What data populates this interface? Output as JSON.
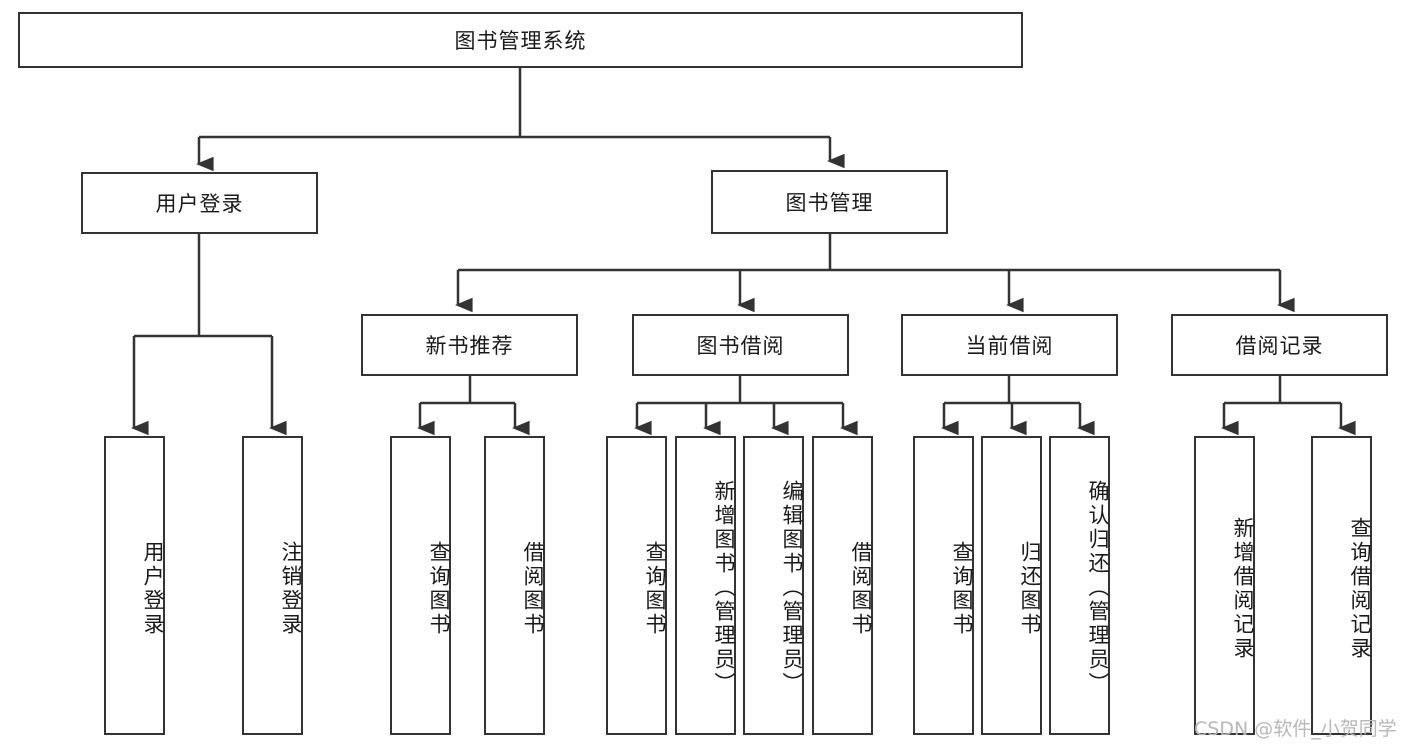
{
  "diagram": {
    "title": "图书管理系统",
    "type": "tree-hierarchy-diagram",
    "root": {
      "label": "图书管理系统"
    },
    "level2": [
      {
        "label": "用户登录"
      },
      {
        "label": "图书管理"
      }
    ],
    "level3": [
      {
        "label": "新书推荐"
      },
      {
        "label": "图书借阅"
      },
      {
        "label": "当前借阅"
      },
      {
        "label": "借阅记录"
      }
    ],
    "leaves": {
      "user_login": [
        {
          "label": "用户登录"
        },
        {
          "label": "注销登录"
        }
      ],
      "new_book_recommend": [
        {
          "label": "查询图书"
        },
        {
          "label": "借阅图书"
        }
      ],
      "book_borrow": [
        {
          "label": "查询图书"
        },
        {
          "label": "新增图书（管理员）"
        },
        {
          "label": "编辑图书（管理员）"
        },
        {
          "label": "借阅图书"
        }
      ],
      "current_borrow": [
        {
          "label": "查询图书"
        },
        {
          "label": "归还图书"
        },
        {
          "label": "确认归还（管理员）"
        }
      ],
      "borrow_record": [
        {
          "label": "新增借阅记录"
        },
        {
          "label": "查询借阅记录"
        }
      ]
    }
  },
  "watermark": {
    "text": "CSDN @软件_小贺同学"
  },
  "colors": {
    "stroke": "#333333",
    "background": "#ffffff",
    "text": "#1a1a1a",
    "watermark": "#b8b8b8"
  }
}
